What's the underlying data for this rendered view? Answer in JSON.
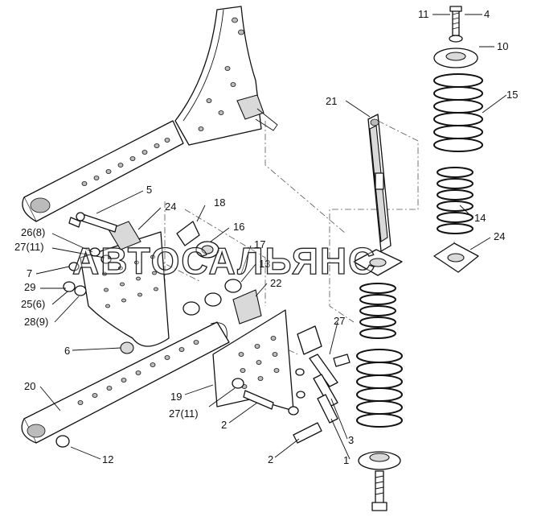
{
  "watermark": "АВТОСАЛЬЯНС",
  "callouts": {
    "c11": "11",
    "c4": "4",
    "c10": "10",
    "c15": "15",
    "c21": "21",
    "c5": "5",
    "c18": "18",
    "c24a": "24",
    "c16": "16",
    "c26": "26(8)",
    "c27a": "27(11)",
    "c17": "17",
    "c13": "13",
    "c14": "14",
    "c24b": "24",
    "c7": "7",
    "c29": "29",
    "c22": "22",
    "c25": "25(6)",
    "c28": "28(9)",
    "c27b": "27",
    "c6": "6",
    "c20": "20",
    "c19": "19",
    "c27c": "27(11)",
    "c2a": "2",
    "c3": "3",
    "c12": "12",
    "c2b": "2",
    "c1": "1"
  },
  "colors": {
    "line": "#111111",
    "shade": "#d9d9d9",
    "background": "#ffffff"
  }
}
